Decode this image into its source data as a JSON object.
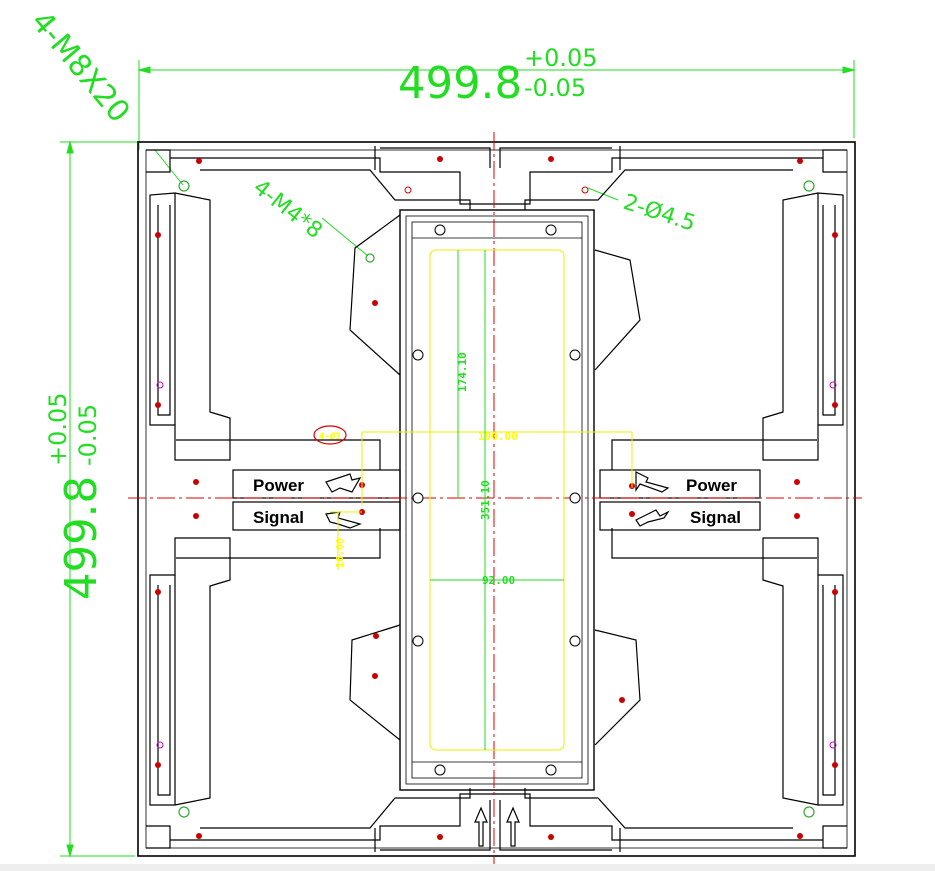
{
  "drawing": {
    "overall_width": {
      "value": "499.8",
      "tol_plus": "+0.05",
      "tol_minus": "-0.05"
    },
    "overall_height": {
      "value": "499.8",
      "tol_plus": "+0.05",
      "tol_minus": "-0.05"
    },
    "callouts": {
      "corner_screws": "4-M8X20",
      "inner_screws": "4-M4*8",
      "holes": "2-Ø4.5"
    },
    "inner_dims": {
      "depth_upper": "174.10",
      "height_inner": "351.10",
      "width_upper": "190.00",
      "width_lower": "92.00",
      "offset_small": "16.00",
      "hole_note": "4-Ø3"
    },
    "connectors": {
      "left_top": "Power",
      "left_bottom": "Signal",
      "right_top": "Power",
      "right_bottom": "Signal"
    },
    "colors": {
      "outline": "#000000",
      "dimension": "#22dd22",
      "centerline": "#dd0000",
      "inner_dim": "#eeee00",
      "hole": "#cc0000",
      "magenta_hole": "#cc00cc"
    }
  }
}
